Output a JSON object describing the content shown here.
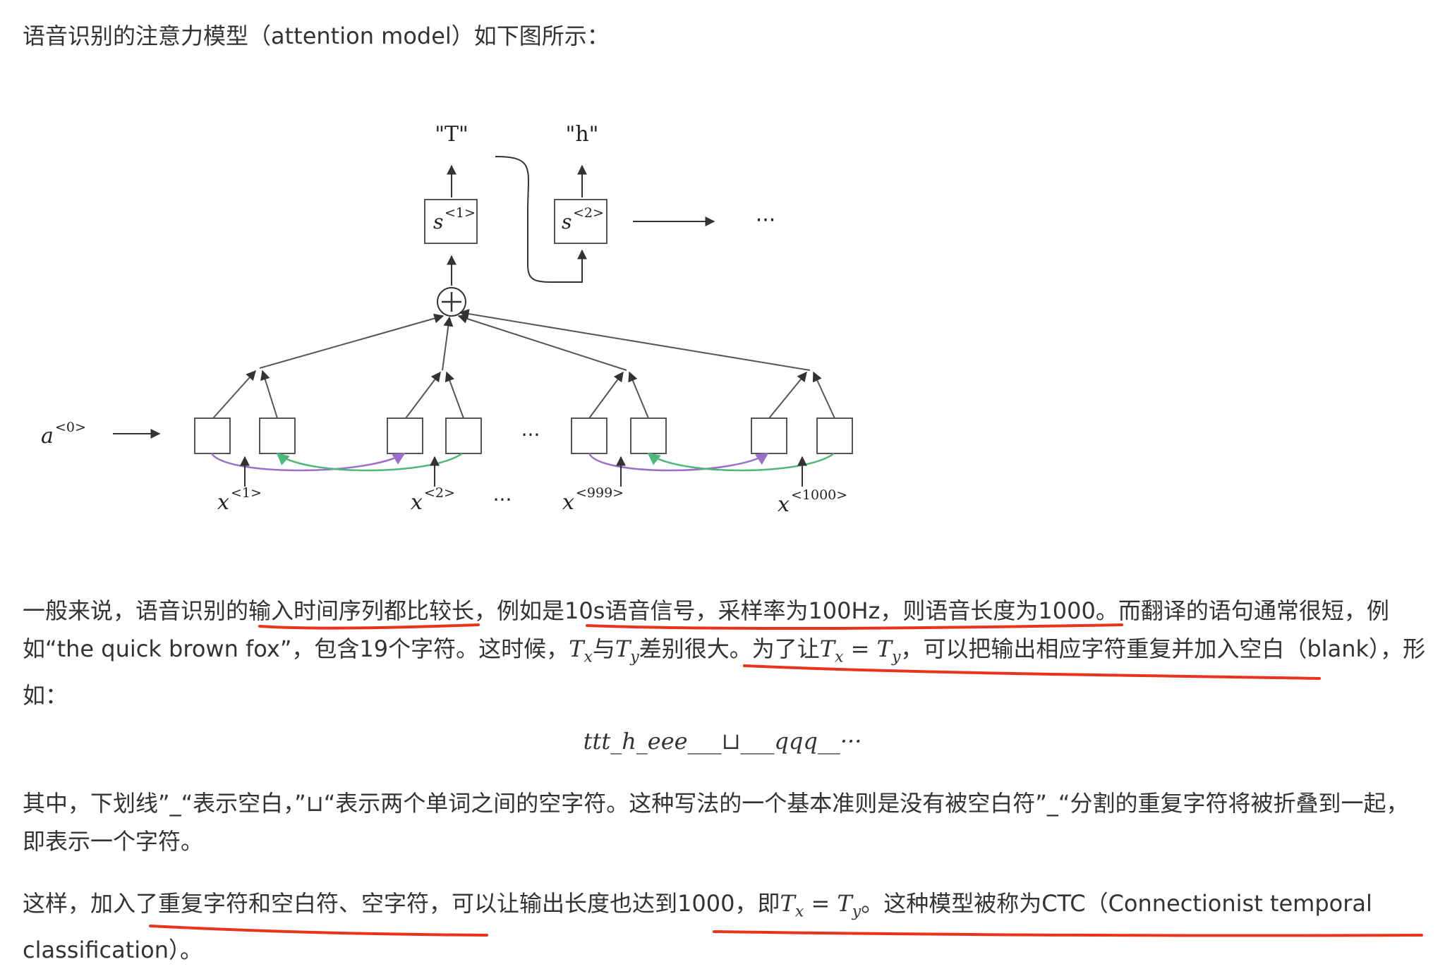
{
  "intro": "语音识别的注意力模型（attention model）如下图所示：",
  "diagram": {
    "output_1": "\"T\"",
    "output_2": "\"h\"",
    "state_1_base": "s",
    "state_1_sup": "<1>",
    "state_2_base": "s",
    "state_2_sup": "<2>",
    "ellipsis": "···",
    "a0_base": "a",
    "a0_sup": "<0>",
    "x_inputs": [
      {
        "base": "x",
        "sup": "<1>"
      },
      {
        "base": "x",
        "sup": "<2>"
      },
      {
        "base": "x",
        "sup": "<999>"
      },
      {
        "base": "x",
        "sup": "<1000>"
      }
    ],
    "colors": {
      "forward_arc": "#9b6fc9",
      "backward_arc": "#4db87a",
      "annotation": "#e8341c",
      "box": "#555555"
    }
  },
  "p1": {
    "a": "一般来说，语音识别的",
    "b": "输入时间序列都比较长",
    "c": "，例如是",
    "d": "10s语音信号，采样率为100Hz，则语音长度为1000",
    "e": "。而翻译的语句通常很短，例如“the quick brown fox”，包含19个字符。这时候，",
    "tx": "T",
    "tx_sub": "x",
    "f": "与",
    "ty": "T",
    "ty_sub": "y",
    "g": "差别很大。",
    "h": "为了让",
    "eq1_tx": "T",
    "eq1_tx_sub": "x",
    "eq1_eq": " = ",
    "eq1_ty": "T",
    "eq1_ty_sub": "y",
    "i": "，可以把输出相应字符重复并加入空白（blank）",
    "j": "，形如："
  },
  "formula": "ttt_h_eee___⊔___qqq__···",
  "p2": "其中，下划线”_“表示空白，”⊔“表示两个单词之间的空字符。这种写法的一个基本准则是没有被空白符”_“分割的重复字符将被折叠到一起，即表示一个字符。",
  "p3": {
    "a": "这样，",
    "b": "加入了重复字符和空白符、空字符",
    "c": "，可以让输出长度也达到1000，",
    "d": "即",
    "tx": "T",
    "tx_sub": "x",
    "eq": " = ",
    "ty": "T",
    "ty_sub": "y",
    "e": "。这种模型被称为CTC（Connectionist temporal classification）",
    "f": "。"
  }
}
